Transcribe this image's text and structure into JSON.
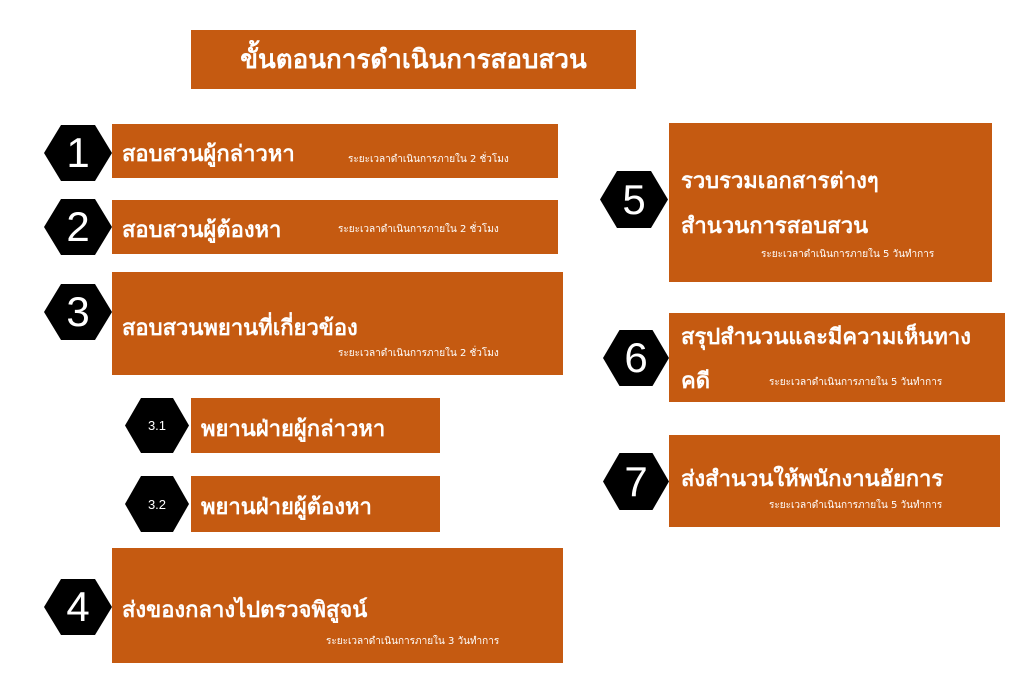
{
  "title": "ขั้นตอนการดำเนินการสอบสวน",
  "steps": [
    {
      "num": "1",
      "label": "สอบสวนผู้กล่าวหา",
      "duration": "ระยะเวลาดำเนินการภายใน 2 ชั่วโมง"
    },
    {
      "num": "2",
      "label": "สอบสวนผู้ต้องหา",
      "duration": "ระยะเวลาดำเนินการภายใน 2 ชั่วโมง"
    },
    {
      "num": "3",
      "label": "สอบสวนพยานที่เกี่ยวข้อง",
      "duration": "ระยะเวลาดำเนินการภายใน 2 ชั่วโมง"
    },
    {
      "num": "4",
      "label": "ส่งของกลางไปตรวจพิสูจน์",
      "duration": "ระยะเวลาดำเนินการภายใน 3 วันทำการ"
    },
    {
      "num": "5",
      "label_line1": "รวบรวมเอกสารต่างๆ",
      "label_line2": "สำนวนการสอบสวน",
      "duration": "ระยะเวลาดำเนินการภายใน 5 วันทำการ"
    },
    {
      "num": "6",
      "label_line1": "สรุปสำนวนและมีความเห็นทาง",
      "label_line2": "คดี",
      "duration": "ระยะเวลาดำเนินการภายใน 5 วันทำการ"
    },
    {
      "num": "7",
      "label": "ส่งสำนวนให้พนักงานอัยการ",
      "duration": "ระยะเวลาดำเนินการภายใน 5 วันทำการ"
    }
  ],
  "substeps": [
    {
      "num": "3.1",
      "label": "พยานฝ่ายผู้กล่าวหา"
    },
    {
      "num": "3.2",
      "label": "พยานฝ่ายผู้ต้องหา"
    }
  ],
  "colors": {
    "box": "#c55a11",
    "hex": "#000000"
  }
}
